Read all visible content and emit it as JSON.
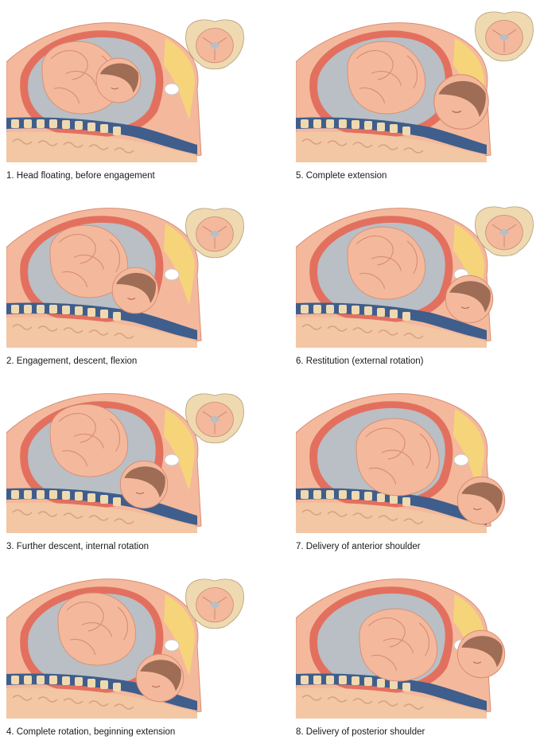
{
  "stages": [
    {
      "caption": "1. Head floating, before engagement"
    },
    {
      "caption": "2. Engagement, descent, flexion"
    },
    {
      "caption": "3. Further descent, internal rotation"
    },
    {
      "caption": "4. Complete rotation, beginning extension"
    },
    {
      "caption": "5. Complete extension"
    },
    {
      "caption": "6. Restitution (external rotation)"
    },
    {
      "caption": "7. Delivery of anterior shoulder"
    },
    {
      "caption": "8. Delivery of posterior shoulder"
    }
  ],
  "colors": {
    "skin": "#f4b99c",
    "skin_dark": "#e89a7e",
    "uterine_wall": "#e3705f",
    "fluid": "#b9bfc4",
    "fat": "#f6d57a",
    "spine": "#3f5e8c",
    "bone": "#efd9b0",
    "hair": "#8a5a45"
  }
}
